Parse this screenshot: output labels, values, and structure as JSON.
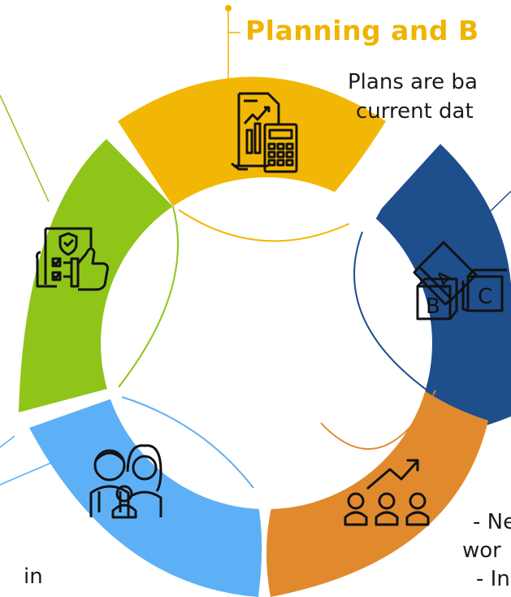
{
  "planning": {
    "title": "Planning and B",
    "line1": "Plans are ba",
    "line2": "current dat"
  },
  "bottom_right": {
    "line1": "- Ne",
    "line2": "wor",
    "line3": "- In"
  },
  "bottom_left": {
    "line1": "in"
  },
  "segments": [
    {
      "name": "planning",
      "color": "#f2b705",
      "icon": "planning-calculator-chart-icon"
    },
    {
      "name": "abc-blocks",
      "color": "#1e4e8c",
      "icon": "abc-blocks-icon"
    },
    {
      "name": "growth-team",
      "color": "#e08a2d",
      "icon": "team-growth-icon"
    },
    {
      "name": "family",
      "color": "#5db0f5",
      "icon": "family-icon"
    },
    {
      "name": "quality-approval",
      "color": "#8fc419",
      "icon": "quality-approval-icon"
    }
  ],
  "glyphs": {
    "a": "A",
    "b": "B",
    "c": "C"
  }
}
